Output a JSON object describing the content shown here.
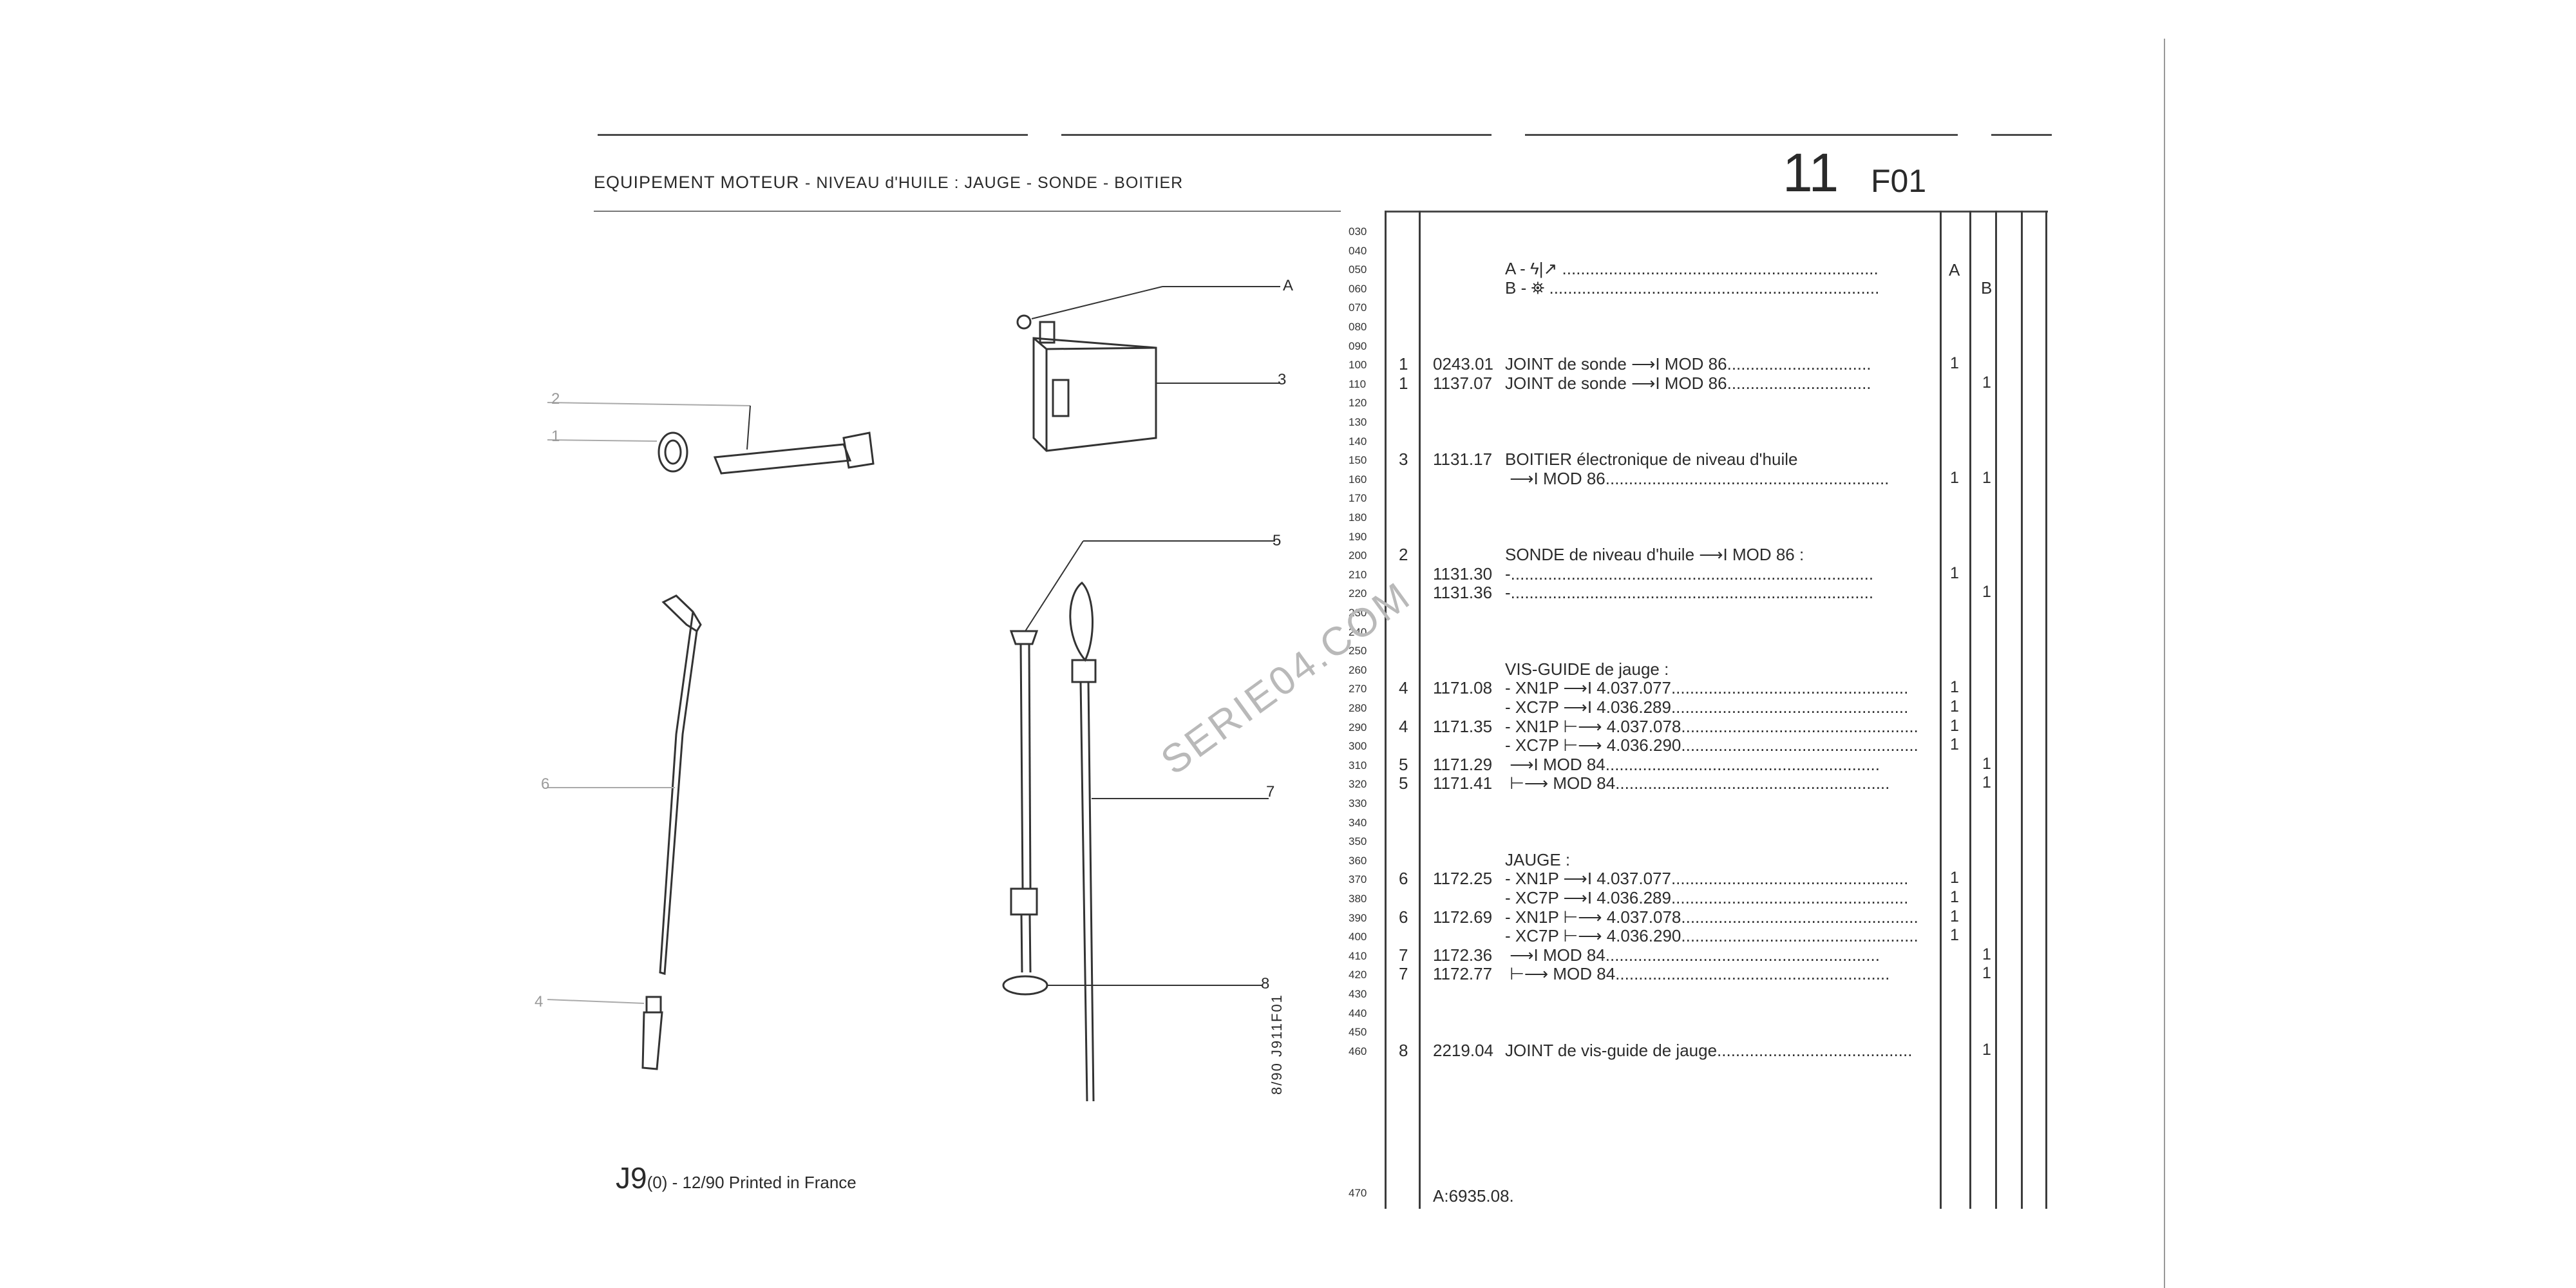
{
  "header": {
    "title_main": "EQUIPEMENT MOTEUR",
    "title_sub": "- NIVEAU d'HUILE : JAUGE - SONDE - BOITIER",
    "section_number": "11",
    "section_code": "F01"
  },
  "footer": {
    "code": "J9",
    "code_suffix": "(0) - 12/90 Printed in France",
    "vertical_code": "8/90 J911F01",
    "watermark": "SERIE04.COM"
  },
  "diagram": {
    "callouts": [
      "A",
      "3",
      "2",
      "1",
      "5",
      "6",
      "7",
      "4",
      "8"
    ]
  },
  "columns": {
    "a": "A",
    "b": "B"
  },
  "line_numbers": [
    "030",
    "040",
    "050",
    "060",
    "070",
    "080",
    "090",
    "100",
    "110",
    "120",
    "130",
    "140",
    "150",
    "160",
    "170",
    "180",
    "190",
    "200",
    "210",
    "220",
    "230",
    "240",
    "250",
    "260",
    "270",
    "280",
    "290",
    "300",
    "310",
    "320",
    "330",
    "340",
    "350",
    "360",
    "370",
    "380",
    "390",
    "400",
    "410",
    "420",
    "430",
    "440",
    "450",
    "460",
    "470"
  ],
  "rows": [
    {
      "line": "050",
      "item": "",
      "ref": "",
      "text": "A - ϟ|↗ ....................................................................",
      "a": "",
      "b": ""
    },
    {
      "line": "060",
      "item": "",
      "ref": "",
      "text": "B - ⛯ .......................................................................",
      "a": "",
      "b": ""
    },
    {
      "line": "100",
      "item": "1",
      "ref": "0243.01",
      "text": "JOINT de sonde ⟶I MOD 86...............................",
      "a": "1",
      "b": ""
    },
    {
      "line": "110",
      "item": "1",
      "ref": "1137.07",
      "text": "JOINT de sonde ⟶I MOD 86...............................",
      "a": "",
      "b": "1"
    },
    {
      "line": "150",
      "item": "3",
      "ref": "1131.17",
      "text": "BOITIER électronique de niveau d'huile",
      "a": "",
      "b": ""
    },
    {
      "line": "160",
      "item": "",
      "ref": "",
      "text": "      ⟶I MOD 86.............................................................",
      "a": "1",
      "b": "1"
    },
    {
      "line": "200",
      "item": "2",
      "ref": "",
      "text": "SONDE de niveau d'huile ⟶I MOD 86 :",
      "a": "",
      "b": ""
    },
    {
      "line": "210",
      "item": "",
      "ref": "1131.30",
      "text": "-..............................................................................",
      "a": "1",
      "b": ""
    },
    {
      "line": "220",
      "item": "",
      "ref": "1131.36",
      "text": "-..............................................................................",
      "a": "",
      "b": "1"
    },
    {
      "line": "260",
      "item": "",
      "ref": "",
      "text": "VIS-GUIDE de jauge :",
      "a": "",
      "b": ""
    },
    {
      "line": "270",
      "item": "4",
      "ref": "1171.08",
      "text": "- XN1P ⟶I 4.037.077...................................................",
      "a": "1",
      "b": ""
    },
    {
      "line": "280",
      "item": "",
      "ref": "",
      "text": "- XC7P ⟶I 4.036.289...................................................",
      "a": "1",
      "b": ""
    },
    {
      "line": "290",
      "item": "4",
      "ref": "1171.35",
      "text": "- XN1P ⊢⟶ 4.037.078...................................................",
      "a": "1",
      "b": ""
    },
    {
      "line": "300",
      "item": "",
      "ref": "",
      "text": "- XC7P ⊢⟶ 4.036.290...................................................",
      "a": "1",
      "b": ""
    },
    {
      "line": "310",
      "item": "5",
      "ref": "1171.29",
      "text": "  ⟶I MOD 84...........................................................",
      "a": "",
      "b": "1"
    },
    {
      "line": "320",
      "item": "5",
      "ref": "1171.41",
      "text": "  ⊢⟶ MOD 84...........................................................",
      "a": "",
      "b": "1"
    },
    {
      "line": "360",
      "item": "",
      "ref": "",
      "text": "JAUGE :",
      "a": "",
      "b": ""
    },
    {
      "line": "370",
      "item": "6",
      "ref": "1172.25",
      "text": "- XN1P ⟶I 4.037.077...................................................",
      "a": "1",
      "b": ""
    },
    {
      "line": "380",
      "item": "",
      "ref": "",
      "text": "- XC7P ⟶I 4.036.289...................................................",
      "a": "1",
      "b": ""
    },
    {
      "line": "390",
      "item": "6",
      "ref": "1172.69",
      "text": "- XN1P ⊢⟶ 4.037.078...................................................",
      "a": "1",
      "b": ""
    },
    {
      "line": "400",
      "item": "",
      "ref": "",
      "text": "- XC7P ⊢⟶ 4.036.290...................................................",
      "a": "1",
      "b": ""
    },
    {
      "line": "410",
      "item": "7",
      "ref": "1172.36",
      "text": "  ⟶I MOD 84...........................................................",
      "a": "",
      "b": "1"
    },
    {
      "line": "420",
      "item": "7",
      "ref": "1172.77",
      "text": "  ⊢⟶ MOD 84...........................................................",
      "a": "",
      "b": "1"
    },
    {
      "line": "460",
      "item": "8",
      "ref": "2219.04",
      "text": "JOINT de vis-guide de jauge..........................................",
      "a": "",
      "b": "1"
    }
  ],
  "tail_note": "A:6935.08."
}
